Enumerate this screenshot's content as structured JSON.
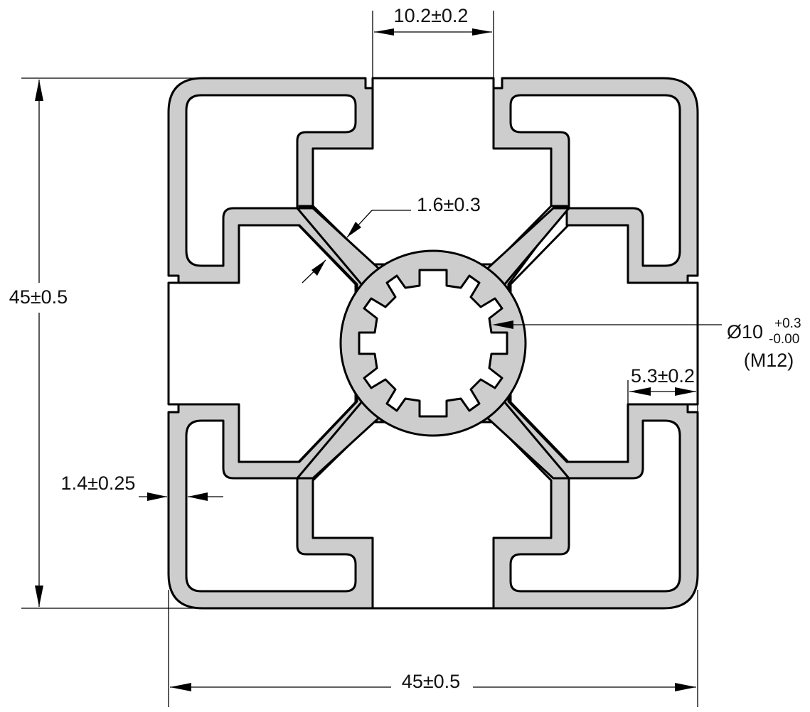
{
  "dimensions": {
    "height_overall": "45±0.5",
    "width_overall": "45±0.5",
    "slot_opening": "10.2±0.2",
    "diagonal_web": "1.6±0.3",
    "center_bore": "Ø10",
    "center_bore_tol_upper": "+0.3",
    "center_bore_tol_lower": "-0.00",
    "center_bore_thread": "(M12)",
    "lip_width": "5.3±0.2",
    "wall_thickness": "1.4±0.25"
  },
  "colors": {
    "profile_fill": "#cdcdcd",
    "outline": "#000000",
    "background": "#ffffff"
  }
}
